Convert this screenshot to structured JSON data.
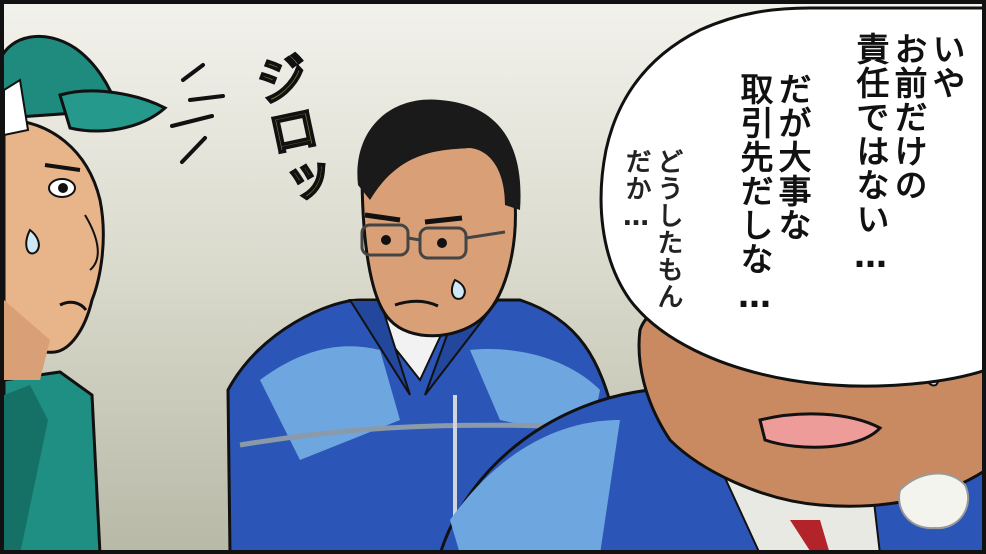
{
  "sfx": {
    "text": "ジロッ",
    "color": "#8a8a3a"
  },
  "speech_bubble": {
    "lines": [
      "いや",
      "お前だけの",
      "責任ではない…",
      "だが大事な",
      "取引先だしな…",
      "どうしたもん",
      "だか…"
    ]
  },
  "characters": [
    {
      "name": "green-cap-worker",
      "uniform_color": "#1e8f82"
    },
    {
      "name": "glasses-man",
      "uniform_color": "#2c55b8"
    },
    {
      "name": "foreground-man",
      "uniform_color": "#2c55b8"
    }
  ]
}
